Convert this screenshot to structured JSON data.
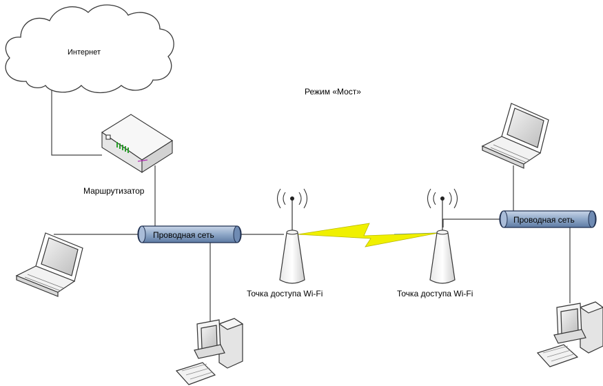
{
  "title": "Режим «Мост»",
  "internet_label": "Интернет",
  "router_label": "Маршрутизатор",
  "wired_left_label": "Проводная сеть",
  "wired_right_label": "Проводная сеть",
  "ap_left_label": "Точка доступа Wi-Fi",
  "ap_right_label": "Точка доступа Wi-Fi",
  "colors": {
    "line": "#404040",
    "pipe_fill": "#8fa8c8",
    "pipe_stroke": "#1f2f4f",
    "lightning": "#f0f000",
    "wifi_link": "#2a7ab0"
  }
}
